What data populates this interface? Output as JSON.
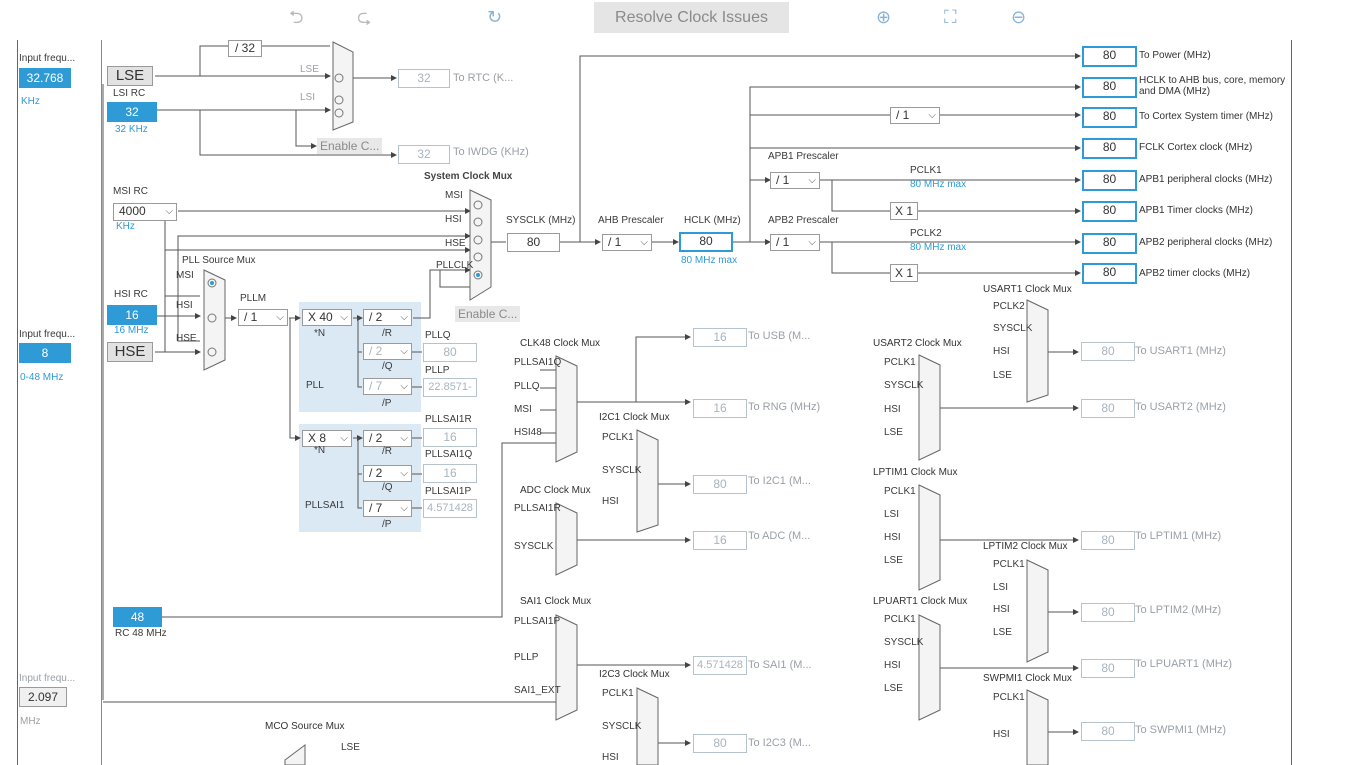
{
  "toolbar": {
    "undo": "⮌",
    "redo": "⮎",
    "refresh": "↻",
    "resolve": "Resolve Clock Issues",
    "zoom_in": "⊕",
    "fit": "⛶",
    "zoom_out": "⊖"
  },
  "left": {
    "input_freq1": "Input frequ...",
    "lse_val": "32.768",
    "khz": "KHz",
    "lse": "LSE",
    "lsi_rc": "LSI RC",
    "lsi_val": "32",
    "lsi_khz": "32 KHz",
    "msi_rc": "MSI RC",
    "msi_val": "4000",
    "msi_unit": "KHz",
    "hsi_rc": "HSI RC",
    "hsi_val": "16",
    "hsi_mhz": "16 MHz",
    "input_freq2": "Input frequ...",
    "hse_val": "8",
    "hse": "HSE",
    "hse_range": "0-48 MHz",
    "rc48_val": "48",
    "rc48": "RC 48 MHz",
    "input_freq3": "Input frequ...",
    "in3_val": "2.097",
    "mhz": "MHz"
  },
  "rtc": {
    "div32": "/ 32",
    "lse": "LSE",
    "lsi": "LSI",
    "val": "32",
    "label": "To RTC (K...",
    "enable": "Enable C...",
    "iwdg_val": "32",
    "iwdg": "To IWDG (KHz)"
  },
  "pll": {
    "src_mux": "PLL Source Mux",
    "msi": "MSI",
    "hsi": "HSI",
    "hse": "HSE",
    "pllm": "PLLM",
    "m": "/ 1",
    "n": "X 40",
    "n_lbl": "*N",
    "r": "/ 2",
    "r_lbl": "/R",
    "q": "/ 2",
    "q_lbl": "/Q",
    "p": "/ 7",
    "p_lbl": "/P",
    "pll": "PLL",
    "pllq": "PLLQ",
    "pllq_val": "80",
    "pllp": "PLLP",
    "pllp_val": "22.8571-"
  },
  "pllsai1": {
    "n": "X 8",
    "n_lbl": "*N",
    "r": "/ 2",
    "r_lbl": "/R",
    "q": "/ 2",
    "q_lbl": "/Q",
    "p": "/ 7",
    "p_lbl": "/P",
    "name": "PLLSAI1",
    "r_out": "PLLSAI1R",
    "r_val": "16",
    "q_out": "PLLSAI1Q",
    "q_val": "16",
    "p_out": "PLLSAI1P",
    "p_val": "4.571428"
  },
  "sys": {
    "mux": "System Clock Mux",
    "msi": "MSI",
    "hsi": "HSI",
    "hse": "HSE",
    "pllclk": "PLLCLK",
    "enable": "Enable C...",
    "sysclk": "SYSCLK (MHz)",
    "sysclk_val": "80",
    "ahb": "AHB Prescaler",
    "ahb_val": "/ 1",
    "hclk": "HCLK (MHz)",
    "hclk_val": "80",
    "hclk_max": "80 MHz max",
    "apb1": "APB1 Prescaler",
    "apb1_val": "/ 1",
    "apb2": "APB2 Prescaler",
    "apb2_val": "/ 1",
    "cortex_div": "/ 1",
    "pclk1": "PCLK1",
    "pclk1_max": "80 MHz max",
    "pclk2": "PCLK2",
    "pclk2_max": "80 MHz max",
    "x1a": "X 1",
    "x1b": "X 1"
  },
  "outputs": [
    {
      "val": "80",
      "label": "To Power (MHz)"
    },
    {
      "val": "80",
      "label": "HCLK to AHB bus, core, memory and DMA (MHz)"
    },
    {
      "val": "80",
      "label": "To Cortex System timer (MHz)"
    },
    {
      "val": "80",
      "label": "FCLK Cortex clock (MHz)"
    },
    {
      "val": "80",
      "label": "APB1 peripheral clocks (MHz)"
    },
    {
      "val": "80",
      "label": "APB1 Timer clocks (MHz)"
    },
    {
      "val": "80",
      "label": "APB2 peripheral clocks (MHz)"
    },
    {
      "val": "80",
      "label": "APB2 timer clocks (MHz)"
    }
  ],
  "periph": {
    "clk48": "CLK48 Clock Mux",
    "pllsai1q": "PLLSAI1Q",
    "pllq": "PLLQ",
    "msi": "MSI",
    "hsi48": "HSI48",
    "usb_val": "16",
    "usb": "To USB (M...",
    "rng_val": "16",
    "rng": "To RNG (MHz)",
    "i2c1": "I2C1 Clock Mux",
    "pclk1": "PCLK1",
    "sysclk": "SYSCLK",
    "hsi": "HSI",
    "i2c1_val": "80",
    "i2c1_out": "To I2C1 (M...",
    "adc": "ADC Clock Mux",
    "pllsai1r": "PLLSAI1R",
    "adc_sysclk": "SYSCLK",
    "adc_val": "16",
    "adc_out": "To ADC (M...",
    "sai1": "SAI1 Clock Mux",
    "sai1_pllsai1p": "PLLSAI1P",
    "pllp": "PLLP",
    "sai1_ext": "SAI1_EXT",
    "sai1_val": "4.571428",
    "sai1_out": "To SAI1 (M...",
    "i2c3": "I2C3 Clock Mux",
    "i2c3_pclk1": "PCLK1",
    "i2c3_sysclk": "SYSCLK",
    "i2c3_hsi": "HSI",
    "i2c3_val": "80",
    "i2c3_out": "To I2C3 (M...",
    "mco": "MCO Source Mux",
    "mco_lse": "LSE"
  },
  "right": {
    "usart1": "USART1 Clock Mux",
    "u1_pclk2": "PCLK2",
    "u1_sysclk": "SYSCLK",
    "u1_hsi": "HSI",
    "u1_lse": "LSE",
    "u1_val": "80",
    "u1_out": "To USART1 (MHz)",
    "usart2": "USART2 Clock Mux",
    "u2_pclk1": "PCLK1",
    "u2_sysclk": "SYSCLK",
    "u2_hsi": "HSI",
    "u2_lse": "LSE",
    "u2_val": "80",
    "u2_out": "To USART2 (MHz)",
    "lptim1": "LPTIM1 Clock Mux",
    "l1_pclk1": "PCLK1",
    "l1_lsi": "LSI",
    "l1_hsi": "HSI",
    "l1_lse": "LSE",
    "l1_val": "80",
    "l1_out": "To LPTIM1 (MHz)",
    "lptim2": "LPTIM2 Clock Mux",
    "l2_pclk1": "PCLK1",
    "l2_lsi": "LSI",
    "l2_hsi": "HSI",
    "l2_lse": "LSE",
    "l2_val": "80",
    "l2_out": "To LPTIM2 (MHz)",
    "lpuart1": "LPUART1 Clock Mux",
    "lp_pclk1": "PCLK1",
    "lp_sysclk": "SYSCLK",
    "lp_hsi": "HSI",
    "lp_lse": "LSE",
    "lp_val": "80",
    "lp_out": "To LPUART1 (MHz)",
    "swpmi1": "SWPMI1 Clock Mux",
    "sw_pclk1": "PCLK1",
    "sw_hsi": "HSI",
    "sw_val": "80",
    "sw_out": "To SWPMI1 (MHz)"
  }
}
